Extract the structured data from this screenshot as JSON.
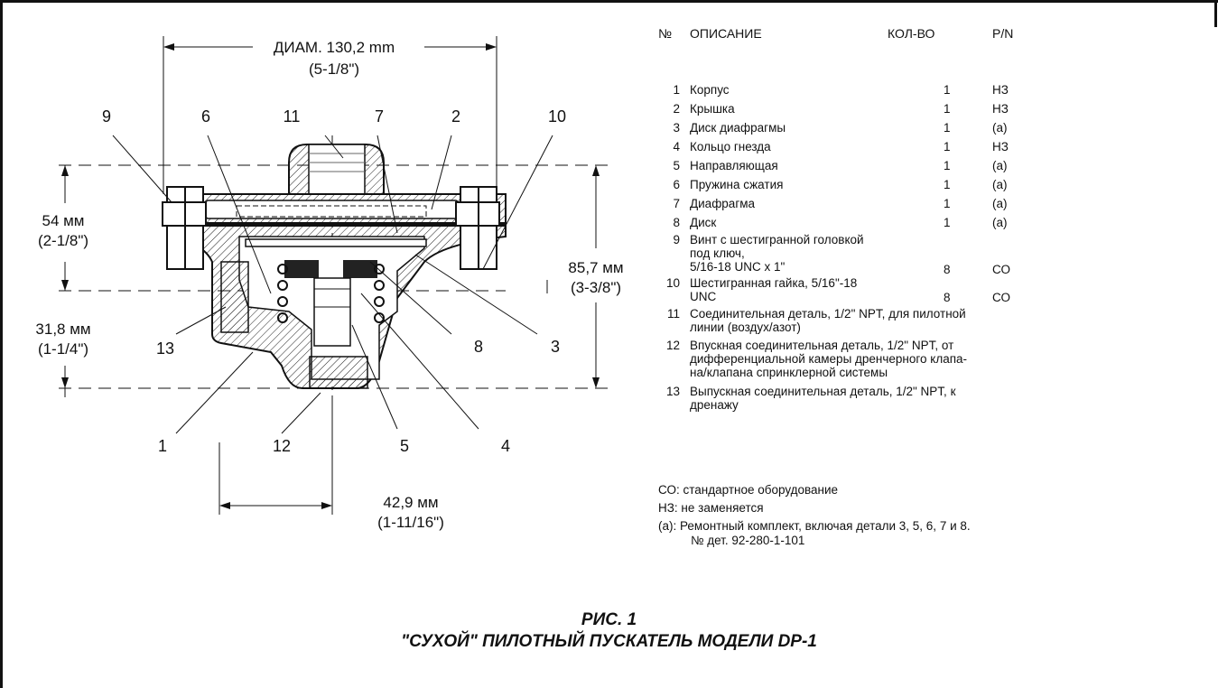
{
  "dimensions": {
    "diameter_mm": "ДИАМ. 130,2 mm",
    "diameter_in": "(5-1/8\")",
    "left_top_mm": "54 мм",
    "left_top_in": "(2-1/8\")",
    "left_bottom_mm": "31,8 мм",
    "left_bottom_in": "(1-1/4\")",
    "right_height_mm": "85,7 мм",
    "right_height_in": "(3-3/8\")",
    "bottom_mm": "42,9 мм",
    "bottom_in": "(1-11/16\")"
  },
  "callouts": [
    "1",
    "2",
    "3",
    "4",
    "5",
    "6",
    "7",
    "8",
    "9",
    "10",
    "11",
    "12",
    "13"
  ],
  "table": {
    "headers": {
      "num": "№",
      "desc": "ОПИСАНИЕ",
      "qty": "КОЛ-ВО",
      "pn": "P/N"
    },
    "rows": [
      {
        "num": "1",
        "desc": "Корпус",
        "qty": "1",
        "pn": "НЗ"
      },
      {
        "num": "2",
        "desc": "Крышка",
        "qty": "1",
        "pn": "НЗ"
      },
      {
        "num": "3",
        "desc": "Диск диафрагмы",
        "qty": "1",
        "pn": "(a)"
      },
      {
        "num": "4",
        "desc": "Кольцо гнезда",
        "qty": "1",
        "pn": "НЗ"
      },
      {
        "num": "5",
        "desc": "Направляющая",
        "qty": "1",
        "pn": "(a)"
      },
      {
        "num": "6",
        "desc": "Пружина сжатия",
        "qty": "1",
        "pn": "(a)"
      },
      {
        "num": "7",
        "desc": "Диафрагма",
        "qty": "1",
        "pn": "(a)"
      },
      {
        "num": "8",
        "desc": "Диск",
        "qty": "1",
        "pn": "(a)"
      },
      {
        "num": "9",
        "desc": "Винт с шестигранной головкой\nпод ключ,\n 5/16-18 UNC x 1\"",
        "qty": "8",
        "pn": "СО"
      },
      {
        "num": "10",
        "desc": "Шестигранная гайка, 5/16\"-18\nUNC",
        "qty": "8",
        "pn": "СО"
      },
      {
        "num": "11",
        "desc": "Соединительная деталь, 1/2\" NPT, для пилотной\nлинии (воздух/азот)",
        "qty": "",
        "pn": ""
      },
      {
        "num": "12",
        "desc": "Впускная соединительная деталь, 1/2\" NPT, от\nдифференциальной камеры дренчерного клапа-\nна/клапана спринклерной системы",
        "qty": "",
        "pn": ""
      },
      {
        "num": "13",
        "desc": "Выпускная соединительная деталь, 1/2\" NPT, к\nдренажу",
        "qty": "",
        "pn": ""
      }
    ]
  },
  "notes": [
    {
      "key": "СО:",
      "text": "стандартное оборудование",
      "text2": ""
    },
    {
      "key": "НЗ:",
      "text": "не заменяется",
      "text2": ""
    },
    {
      "key": "(a):",
      "text": "Ремонтный комплект, включая детали 3, 5, 6, 7 и 8.",
      "text2": "№ дет. 92-280-1-101"
    }
  ],
  "caption": {
    "line1": "РИС. 1",
    "line2": "\"СУХОЙ\" ПИЛОТНЫЙ ПУСКАТЕЛЬ МОДЕЛИ DP-1"
  }
}
